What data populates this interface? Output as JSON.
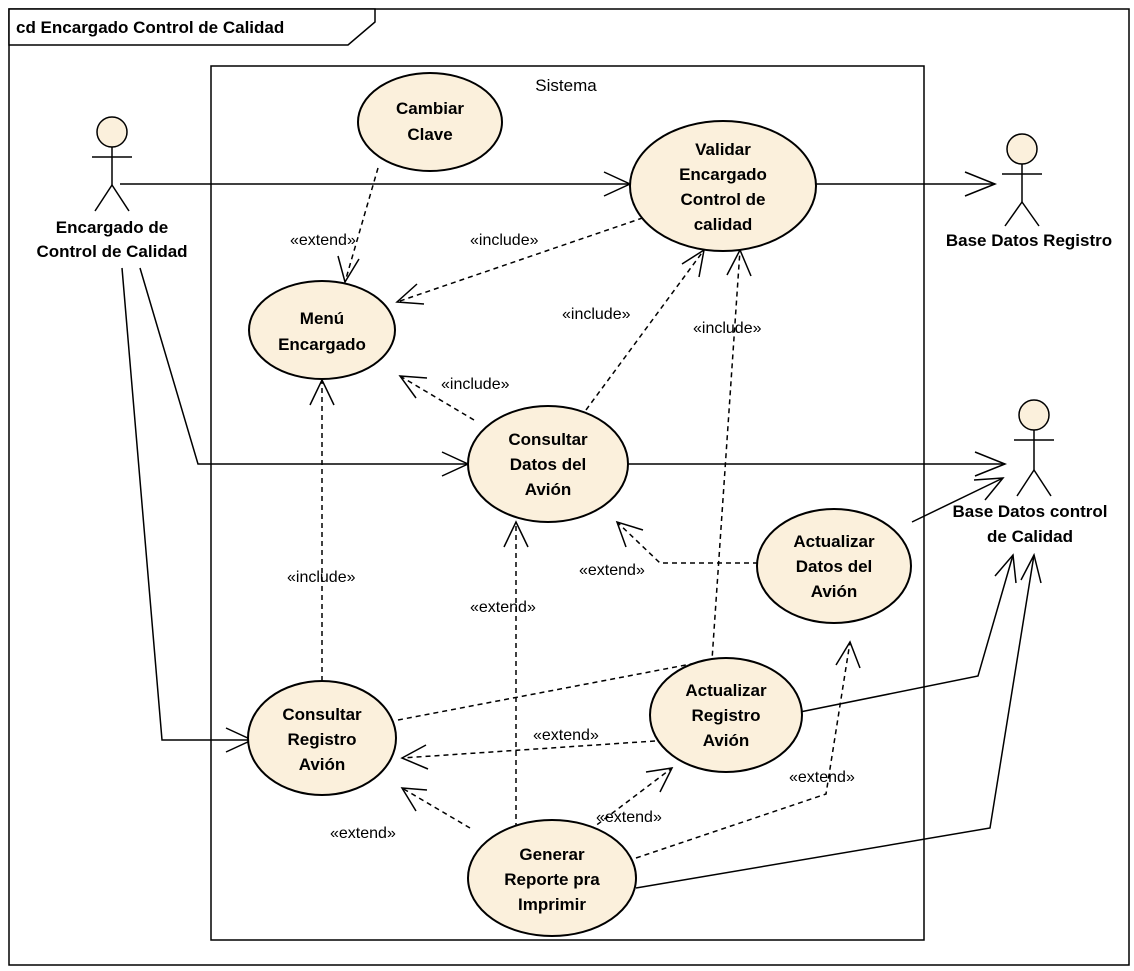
{
  "frame": {
    "title": "cd Encargado Control de Calidad"
  },
  "system": {
    "label": "Sistema"
  },
  "actors": {
    "encargado": {
      "line1": "Encargado de",
      "line2": "Control de Calidad"
    },
    "registro": {
      "line1": "Base Datos Registro"
    },
    "control": {
      "line1": "Base Datos control",
      "line2": "de Calidad"
    }
  },
  "usecases": {
    "cambiar": {
      "line1": "Cambiar",
      "line2": "Clave"
    },
    "validar": {
      "line1": "Validar",
      "line2": "Encargado",
      "line3": "Control de",
      "line4": "calidad"
    },
    "menu": {
      "line1": "Menú",
      "line2": "Encargado"
    },
    "consultar_datos": {
      "line1": "Consultar",
      "line2": "Datos del",
      "line3": "Avión"
    },
    "actualizar_datos": {
      "line1": "Actualizar",
      "line2": "Datos del",
      "line3": "Avión"
    },
    "consultar_registro": {
      "line1": "Consultar",
      "line2": "Registro",
      "line3": "Avión"
    },
    "actualizar_registro": {
      "line1": "Actualizar",
      "line2": "Registro",
      "line3": "Avión"
    },
    "generar": {
      "line1": "Generar",
      "line2": "Reporte pra",
      "line3": "Imprimir"
    }
  },
  "labels": {
    "extend_cambiar": "«extend»",
    "include_validar_menu": "«include»",
    "include_consultar_validar": "«include»",
    "include_registro_validar": "«include»",
    "include_consultar_menu": "«include»",
    "include_registro_menu": "«include»",
    "extend_actualizar_datos": "«extend»",
    "extend_generar_consultar": "«extend»",
    "extend_actreg_consreg": "«extend»",
    "extend_generar_actreg": "«extend»",
    "extend_generar_actdatos": "«extend»",
    "extend_generar_consreg": "«extend»"
  }
}
